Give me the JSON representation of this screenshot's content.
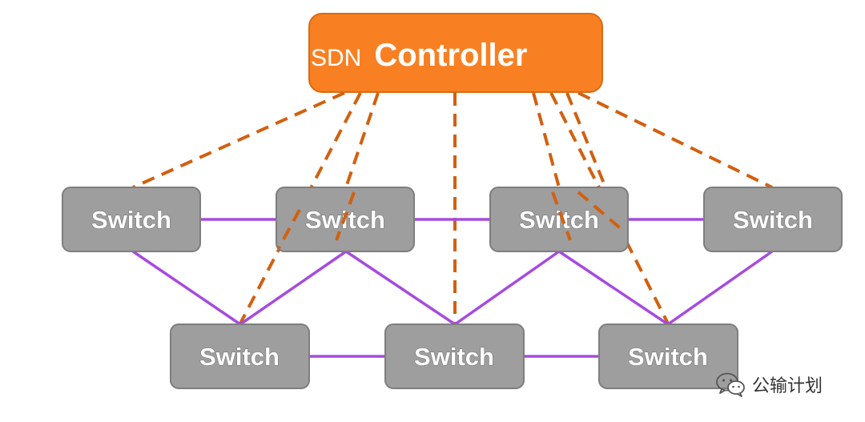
{
  "controller": {
    "prefix": "SDN",
    "label": "Controller"
  },
  "switch_label": "Switch",
  "switches": [
    {
      "id": "t1",
      "label": "Switch"
    },
    {
      "id": "t2",
      "label": "Switch"
    },
    {
      "id": "t3",
      "label": "Switch"
    },
    {
      "id": "t4",
      "label": "Switch"
    },
    {
      "id": "b1",
      "label": "Switch"
    },
    {
      "id": "b2",
      "label": "Switch"
    },
    {
      "id": "b3",
      "label": "Switch"
    }
  ],
  "colors": {
    "controller_fill": "#F98022",
    "controller_stroke": "#D86B12",
    "switch_fill": "#9E9E9E",
    "switch_stroke": "#7E7E7E",
    "control_link": "#D2600F",
    "data_link": "#A64BDF"
  },
  "watermark": {
    "icon": "wechat-icon",
    "text": "公输计划"
  }
}
